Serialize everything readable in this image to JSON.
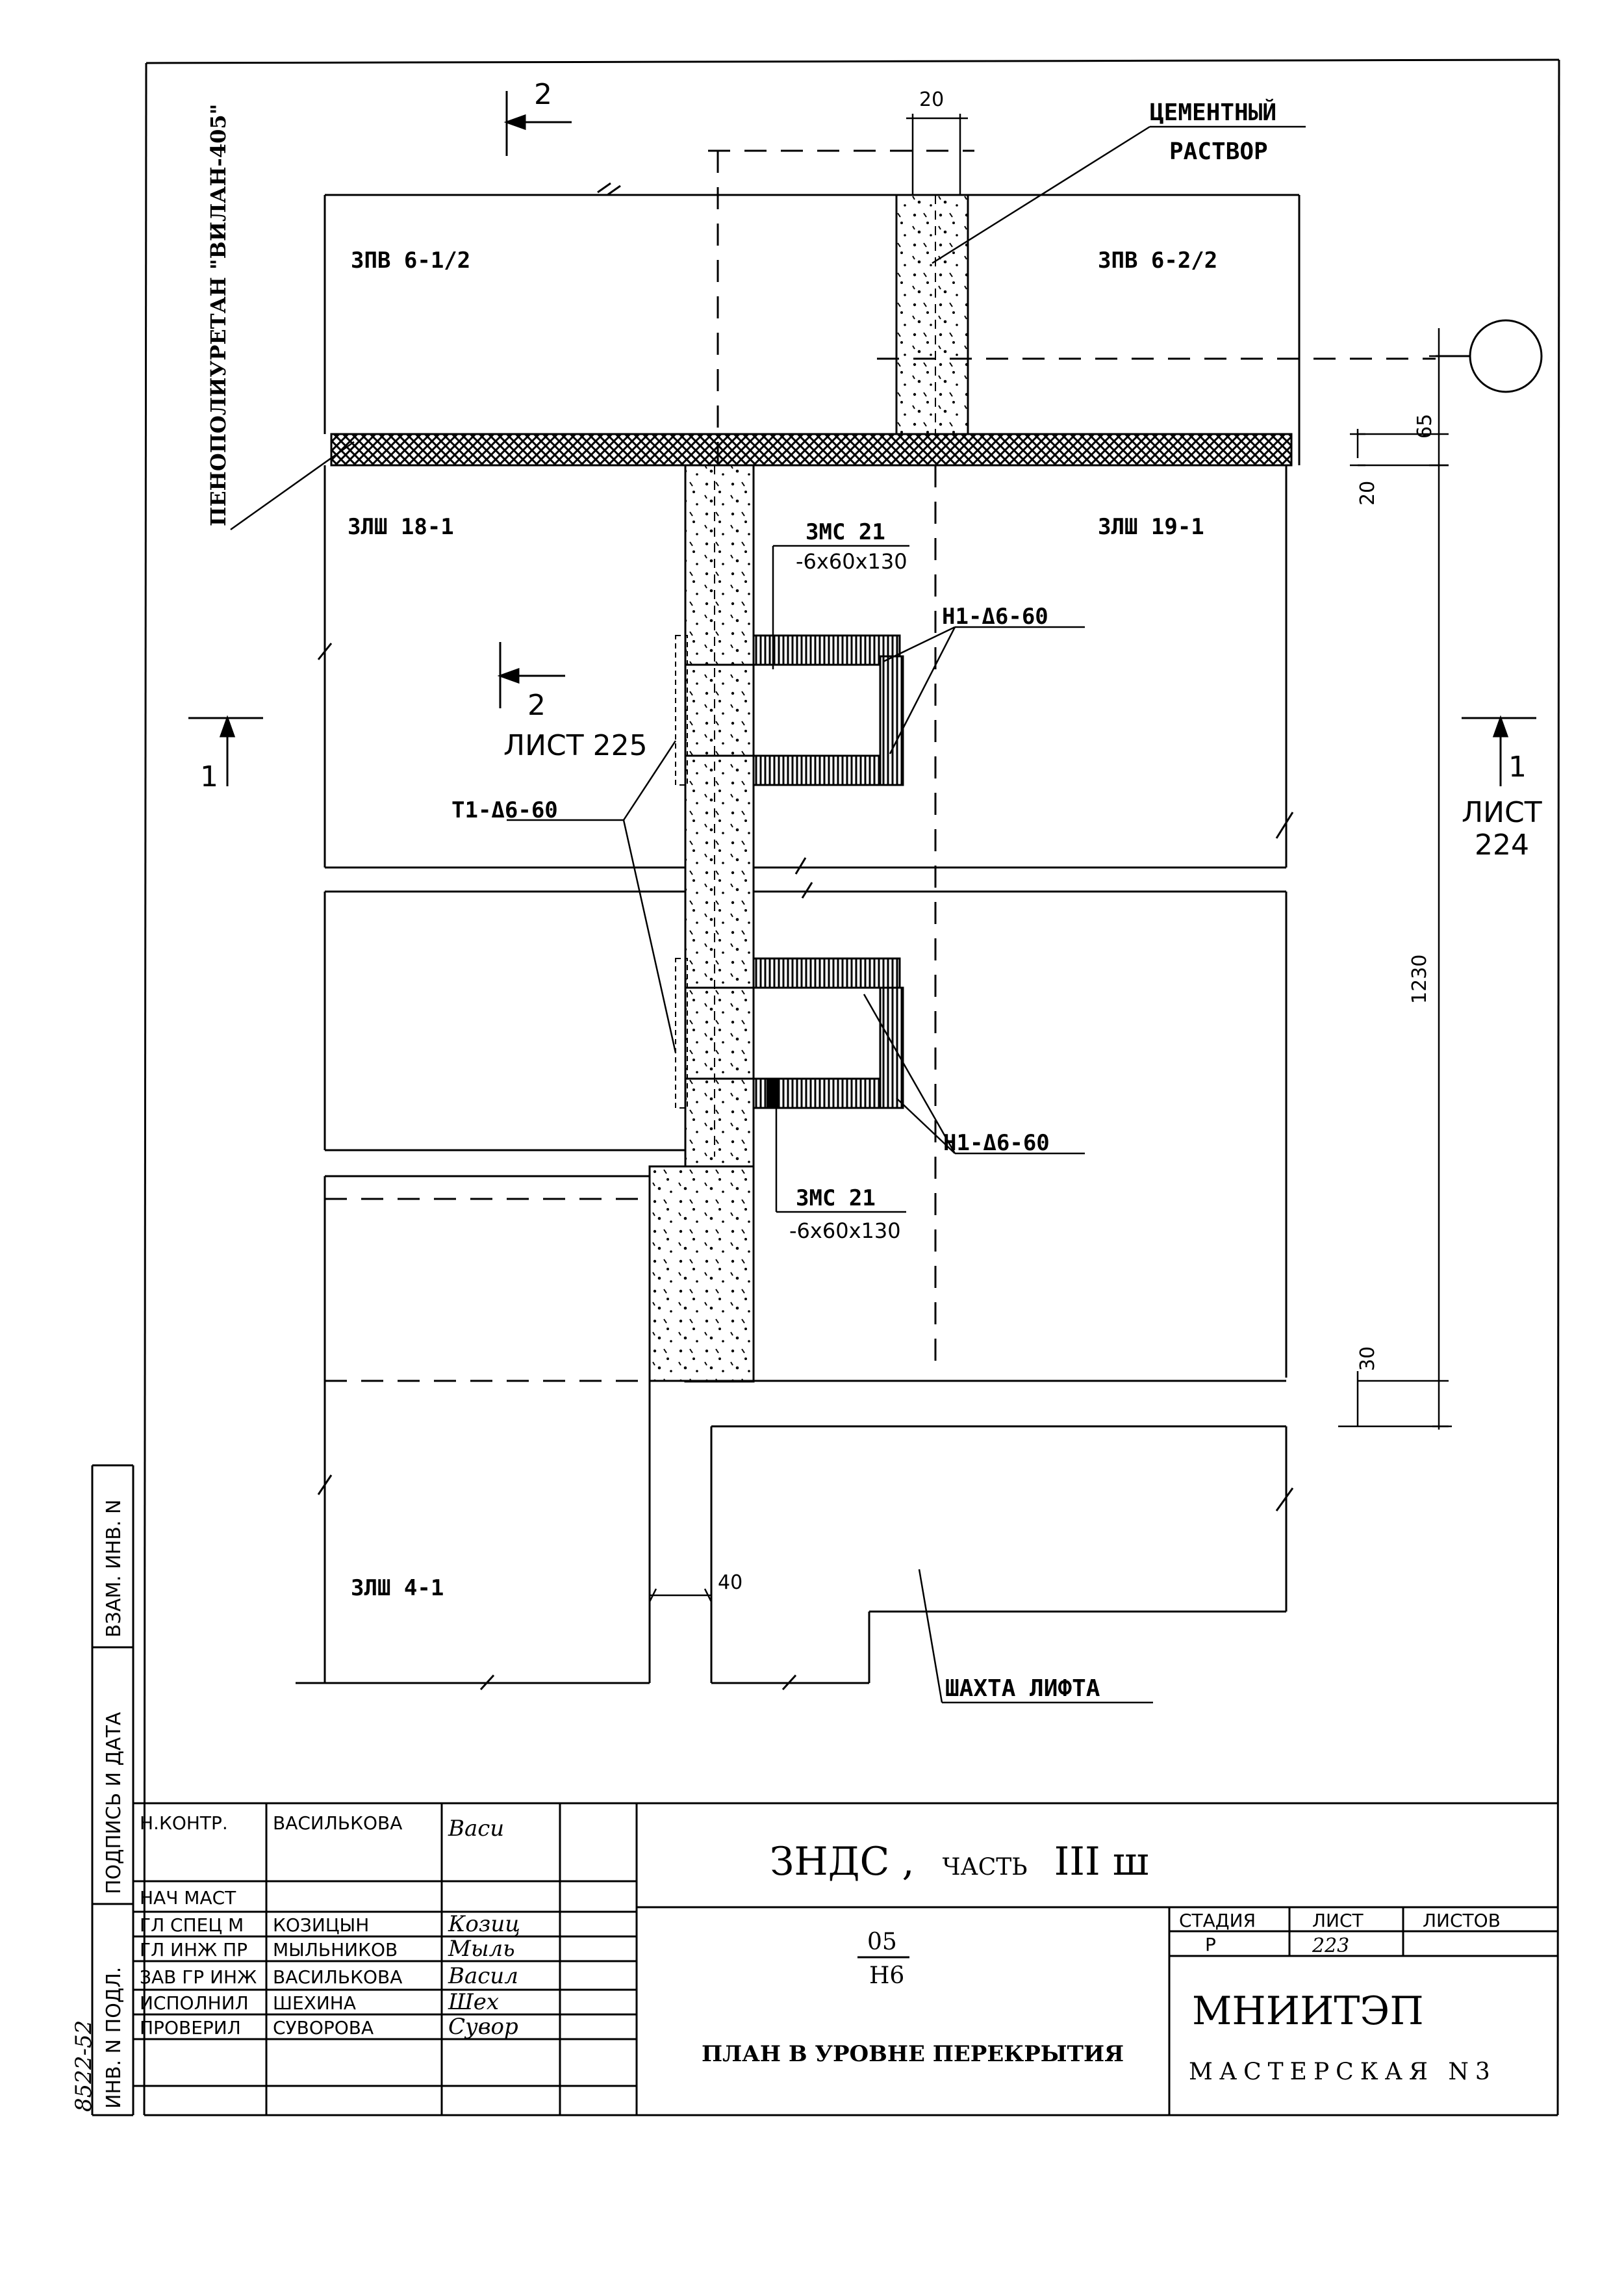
{
  "labels": {
    "panel_top_left": "3ПВ 6-1/2",
    "panel_top_right": "3ПВ 6-2/2",
    "panel_mid_left": "3ЛШ 18-1",
    "panel_mid_right": "3ЛШ 19-1",
    "panel_bottom": "3ЛШ 4-1",
    "insulation": "ПЕНОПОЛИУРЕТАН \"ВИЛАН-405\"",
    "mortar_line1": "ЦЕМЕНТНЫЙ",
    "mortar_line2": "РАСТВОР",
    "embed_top_name": "3МС 21",
    "embed_top_size": "-6х60х130",
    "embed_bottom_name": "3МС 21",
    "embed_bottom_size": "-6х60х130",
    "weld_top": "Н1-Δ6-60",
    "weld_bottom": "Н1-Δ6-60",
    "weld_tee": "Т1-Δ6-60",
    "elevator_shaft": "ШАХТА ЛИФТА"
  },
  "section_marks": {
    "s2_top": "2",
    "s2_mid": "2",
    "s2_sheet": "ЛИСТ 225",
    "s1_left": "1",
    "s1_right": "1",
    "s1_sheet_label": "ЛИСТ",
    "s1_sheet_num": "224"
  },
  "dimensions": {
    "d20_top": "20",
    "d65": "65",
    "d20_side": "20",
    "d1230": "1230",
    "d30": "30",
    "d40": "40"
  },
  "side_stamp": {
    "vzam": "ВЗАМ. ИНВ. N",
    "podpis": "ПОДПИСЬ И ДАТА",
    "inv": "ИНВ. N ПОДЛ.",
    "inv_value": "8522-52"
  },
  "title_block": {
    "rows": [
      {
        "role": "Н.КОНТР.",
        "name": "ВАСИЛЬКОВА",
        "sign": "Васи"
      },
      {
        "role": "НАЧ МАСТ",
        "name": "",
        "sign": ""
      },
      {
        "role": "ГЛ СПЕЦ М",
        "name": "КОЗИЦЫН",
        "sign": "Козиц"
      },
      {
        "role": "ГЛ ИНЖ ПР",
        "name": "МЫЛЬНИКОВ",
        "sign": "Мыль"
      },
      {
        "role": "ЗАВ ГР ИНЖ",
        "name": "ВАСИЛЬКОВА",
        "sign": "Васил"
      },
      {
        "role": "ИСПОЛНИЛ",
        "name": "ШЕХИНА",
        "sign": "Шех"
      },
      {
        "role": "ПРОВЕРИЛ",
        "name": "СУВОРОВА",
        "sign": "Сувор"
      }
    ],
    "project_main": "ЗНДС ,",
    "project_part": "ЧАСТЬ",
    "project_num": "III ш",
    "code_top": "05",
    "code_bottom": "Н6",
    "sheet_title": "ПЛАН В УРОВНЕ ПЕРЕКРЫТИЯ",
    "stage_header": "СТАДИЯ",
    "sheet_header": "ЛИСТ",
    "sheets_header": "ЛИСТОВ",
    "stage_value": "Р",
    "sheet_value": "223",
    "sheets_value": "",
    "org_name": "МНИИТЭП",
    "org_dept": "МАСТЕРСКАЯ N3"
  }
}
